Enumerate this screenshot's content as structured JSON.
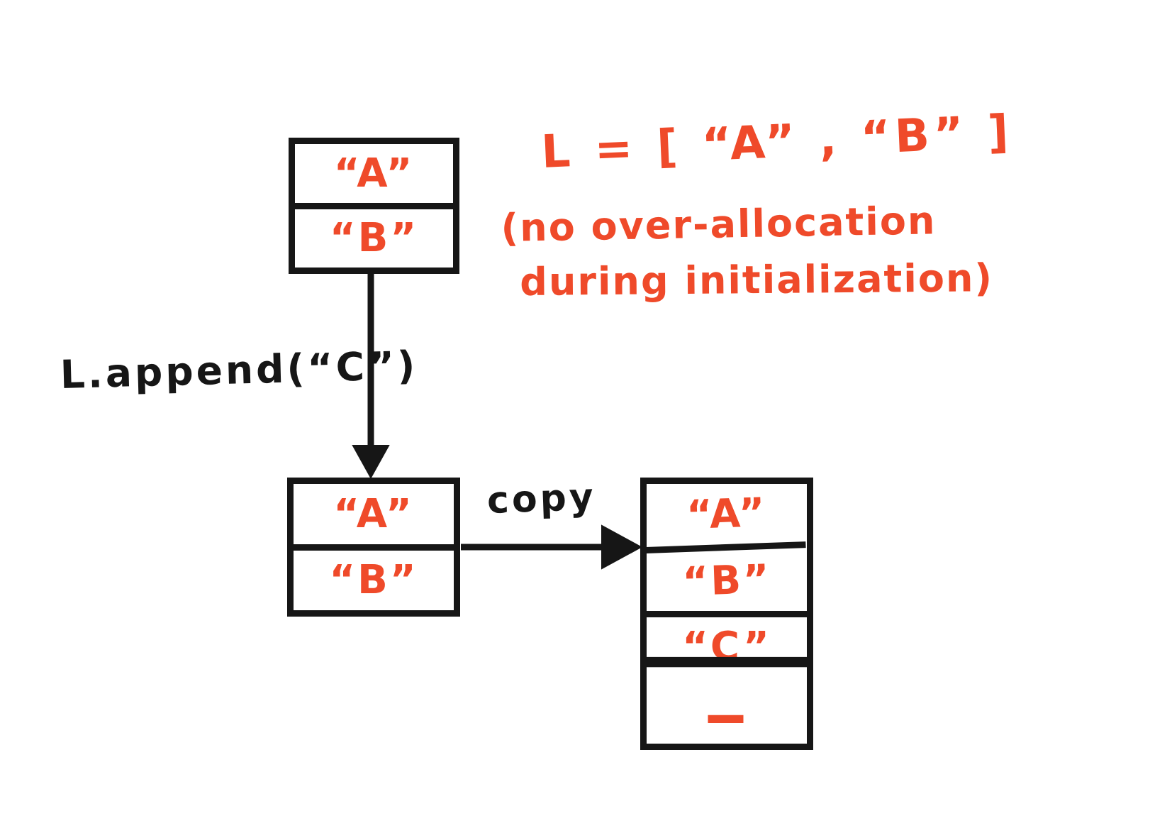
{
  "colors": {
    "ink_black": "#161616",
    "marker_red": "#ef4a2a",
    "background": "#ffffff"
  },
  "annotation": {
    "list_literal": "L = [ “A” , “B” ]",
    "no_overallocation_line1": "(no over-allocation",
    "no_overallocation_line2": "during initialization)"
  },
  "labels": {
    "append_call": "L.append(“C”)",
    "copy": "copy"
  },
  "boxes": {
    "initial_list": {
      "cells": [
        "“A”",
        "“B”"
      ]
    },
    "list_before_copy": {
      "cells": [
        "“A”",
        "“B”"
      ]
    },
    "list_after_append": {
      "cells": [
        "“A”",
        "“B”",
        "“C”",
        "—"
      ]
    }
  },
  "icons": {
    "append_arrow": "arrow-down",
    "copy_arrow": "arrow-right"
  }
}
